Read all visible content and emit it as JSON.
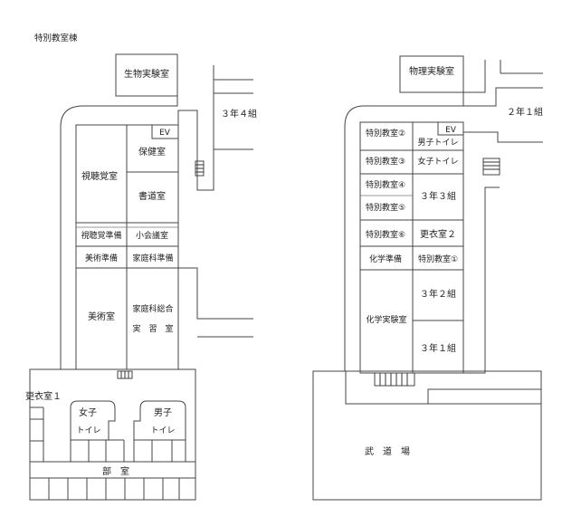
{
  "title": "特別教室棟",
  "west_wing": {
    "rooms": {
      "biology_lab": "生物実験室",
      "ev": "EV",
      "health_room": "保健室",
      "av_room": "視聴覚室",
      "calligraphy_room": "書道室",
      "av_prep": "視聴覚準備",
      "small_meeting": "小会議室",
      "art_prep": "美術準備",
      "home_ec_prep": "家庭科準備",
      "art_room": "美術室",
      "home_ec_room_line1": "家庭科総合",
      "home_ec_room_line2": "実　習　室",
      "changing_room_1": "更衣室１",
      "girls_toilet_line1": "女子",
      "girls_toilet_line2": "トイレ",
      "boys_toilet_line1": "男子",
      "boys_toilet_line2": "トイレ",
      "club_rooms": "部　室"
    },
    "classroom_3_4": "３年４組"
  },
  "east_wing": {
    "rooms": {
      "physics_lab": "物理実験室",
      "ev": "EV",
      "special_2": "特別教室②",
      "boys_toilet": "男子トイレ",
      "special_3": "特別教室③",
      "girls_toilet": "女子トイレ",
      "special_4": "特別教室④",
      "special_5": "特別教室⑤",
      "class_3_3": "３年３組",
      "special_6": "特別教室⑥",
      "changing_room_2": "更衣室２",
      "chem_prep": "化学準備",
      "special_1": "特別教室①",
      "class_3_2": "３年２組",
      "chem_lab": "化学実験室",
      "class_3_1": "３年１組",
      "dojo": "武　道　場"
    },
    "classroom_2_1": "２年１組"
  }
}
